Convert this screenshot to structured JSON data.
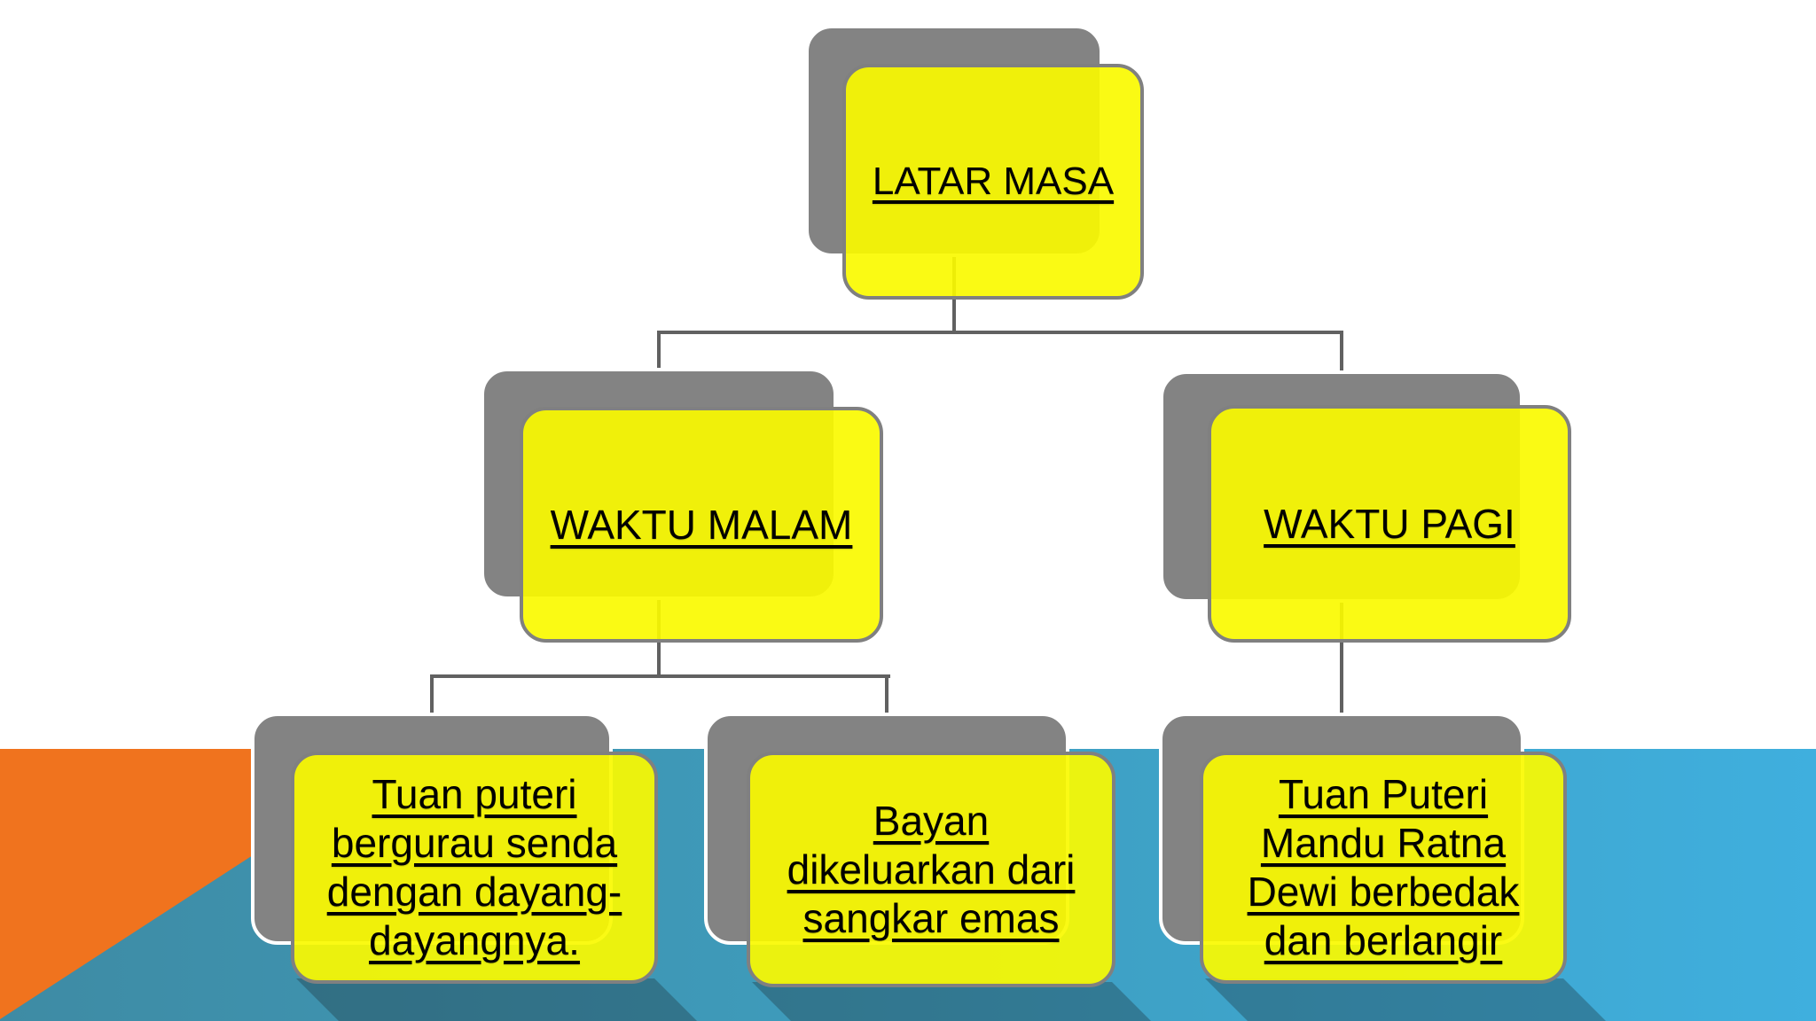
{
  "palette": {
    "node-fill": "rgba(250,250,0,0.92)",
    "node-yellow-hex": "#F8F800",
    "node-border": "#808080",
    "shadow-box": "#838383",
    "connector": "#616161",
    "text": "#000000",
    "band-left": "#3E8BA4",
    "band-right": "#3FAFDE",
    "accent-orange": "#F0731E"
  },
  "diagram": {
    "root": {
      "label": "LATAR MASA"
    },
    "malam": {
      "label": "WAKTU MALAM"
    },
    "pagi": {
      "label": "WAKTU PAGI"
    },
    "leaf1": {
      "line1": "Tuan puteri",
      "line2": "bergurau senda",
      "line3": "dengan dayang-",
      "line4": "dayangnya."
    },
    "leaf2": {
      "line1": "Bayan",
      "line2": "dikeluarkan dari",
      "line3": "sangkar emas"
    },
    "leaf3": {
      "line1": "Tuan Puteri",
      "line2": "Mandu Ratna",
      "line3": "Dewi berbedak",
      "line4": "dan berlangir"
    }
  }
}
